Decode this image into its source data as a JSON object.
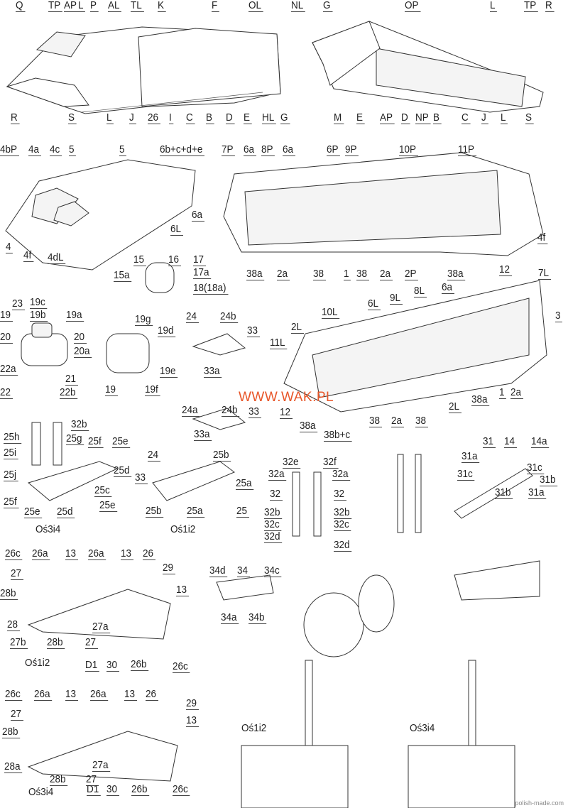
{
  "sections": [
    {
      "name": "hull-left-view",
      "labels": [
        "Q",
        "TP",
        "AP",
        "L",
        "P",
        "AL",
        "TL",
        "K",
        "F",
        "OL",
        "R",
        "S",
        "L",
        "J",
        "26",
        "I",
        "C",
        "B",
        "D",
        "E",
        "HL",
        "G"
      ]
    },
    {
      "name": "hull-right-view",
      "labels": [
        "NL",
        "G",
        "OP",
        "L",
        "TP",
        "R",
        "M",
        "E",
        "AP",
        "D",
        "NP",
        "B",
        "C",
        "J",
        "L",
        "S"
      ]
    },
    {
      "name": "turret-front",
      "labels": [
        "4bP",
        "4a",
        "4c",
        "5",
        "5",
        "6b+c+d+e",
        "6a",
        "6L",
        "4",
        "4f",
        "4dL",
        "15",
        "16",
        "17",
        "15a",
        "17a",
        "18(18a)"
      ]
    },
    {
      "name": "hull-side-right",
      "labels": [
        "7P",
        "6a",
        "8P",
        "6a",
        "6P",
        "9P",
        "10P",
        "11P",
        "4f",
        "12",
        "38a",
        "2a",
        "38",
        "1",
        "38",
        "2a",
        "2P",
        "38a"
      ]
    },
    {
      "name": "hatch-assembly",
      "labels": [
        "23",
        "19c",
        "19b",
        "19a",
        "19",
        "20",
        "20",
        "20a",
        "22a",
        "21",
        "22",
        "22b",
        "19g",
        "19d",
        "19e",
        "19",
        "19f",
        "24",
        "24b",
        "33",
        "33a",
        "24a",
        "24b",
        "33",
        "33a"
      ]
    },
    {
      "name": "hull-side-left",
      "labels": [
        "6a",
        "7L",
        "3",
        "8L",
        "9L",
        "6L",
        "10L",
        "2L",
        "11L",
        "12",
        "38a",
        "38b+c",
        "38",
        "2a",
        "38",
        "2L",
        "38a",
        "1",
        "2a"
      ]
    },
    {
      "name": "suspension-parts",
      "labels": [
        "32b",
        "25h",
        "25g",
        "25f",
        "25e",
        "25i",
        "25d",
        "25j",
        "25c",
        "25f",
        "25e",
        "25d",
        "25e",
        "Oś3i4",
        "24",
        "25b",
        "33",
        "25a",
        "25b",
        "25a",
        "25",
        "Oś1i2",
        "32e",
        "32f",
        "32a",
        "32a",
        "32",
        "32",
        "32b",
        "32b",
        "32c",
        "32c",
        "32d",
        "32d",
        "31",
        "14",
        "14a",
        "31a",
        "31c",
        "31c",
        "31b",
        "31b",
        "31a"
      ]
    },
    {
      "name": "axle-1-2",
      "labels": [
        "26c",
        "26a",
        "13",
        "26a",
        "13",
        "26",
        "29",
        "13",
        "27",
        "28b",
        "28",
        "27b",
        "28b",
        "27a",
        "27",
        "Oś1i2",
        "D1",
        "30",
        "26b",
        "26c",
        "34d",
        "34",
        "34c",
        "34a",
        "34b"
      ]
    },
    {
      "name": "axle-3-4",
      "labels": [
        "26c",
        "26a",
        "13",
        "26a",
        "13",
        "26",
        "29",
        "13",
        "27",
        "28b",
        "28a",
        "28b",
        "27a",
        "27",
        "Oś3i4",
        "D1",
        "30",
        "26b",
        "26c",
        "Oś1i2",
        "Oś3i4"
      ]
    }
  ],
  "watermark": "WWW.WAK.PL",
  "credit": "polish-made.com",
  "colors": {
    "watermark": "#e8572a",
    "lines": "#333333"
  }
}
